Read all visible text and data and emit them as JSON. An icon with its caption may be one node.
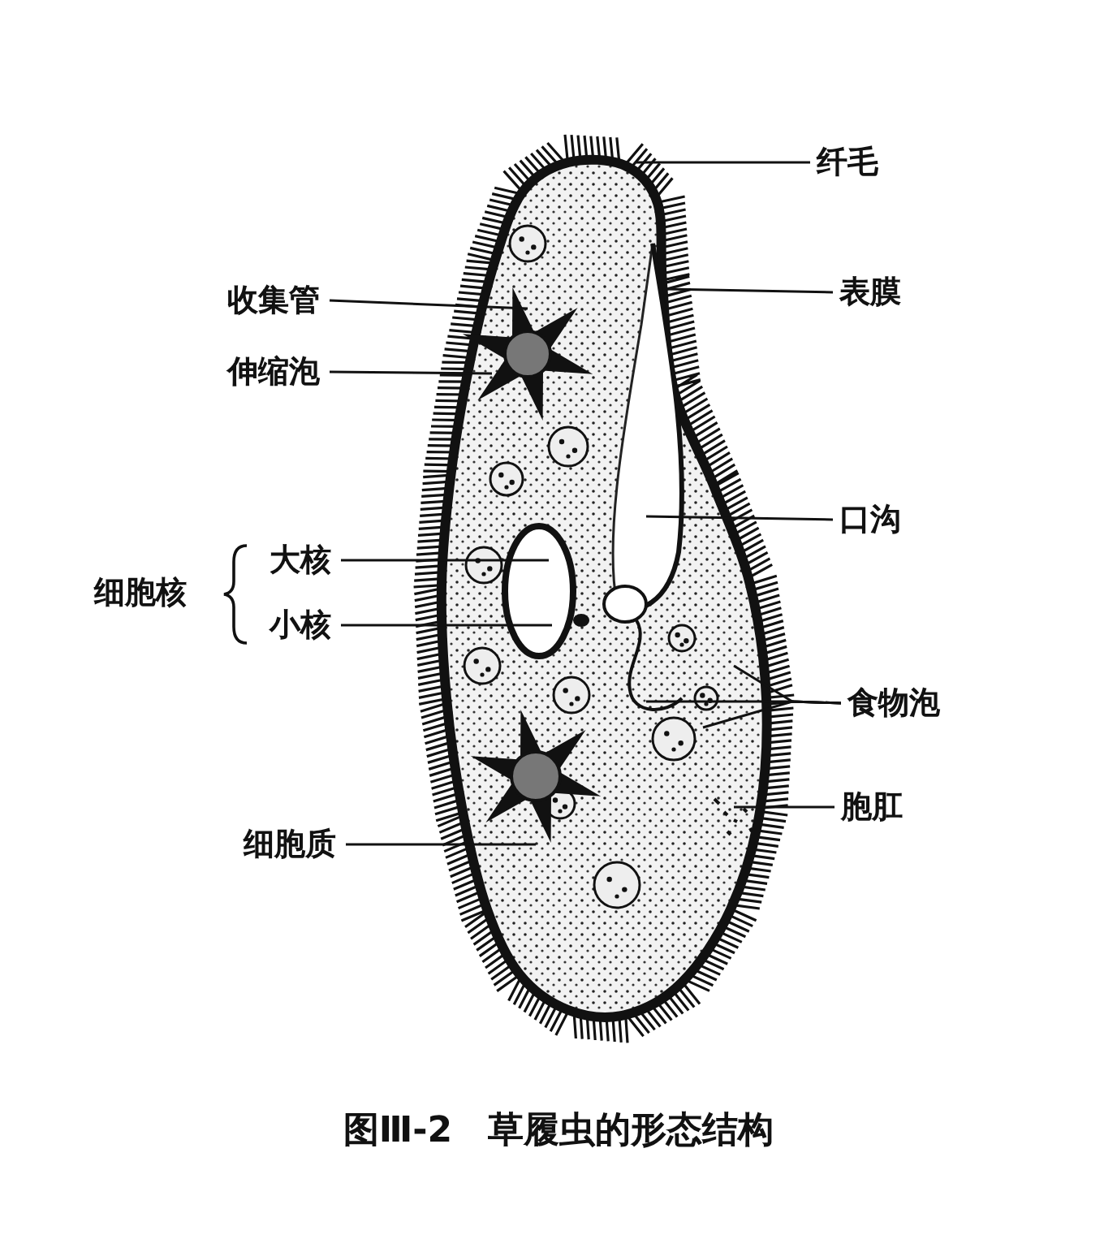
{
  "diagram": {
    "caption": "图Ⅲ-2　草履虫的形态结构",
    "nodes": [
      {
        "text": [
          "纤毛"
        ]
      },
      {
        "text": [
          "表膜"
        ]
      },
      {
        "text": [
          "收集管"
        ]
      },
      {
        "text": [
          "伸缩泡"
        ]
      },
      {
        "text": [
          "口沟"
        ]
      },
      {
        "text": [
          "大核"
        ]
      },
      {
        "text": [
          "小核"
        ]
      },
      {
        "text": [
          "食物泡"
        ]
      },
      {
        "text": [
          "胞肛"
        ]
      },
      {
        "text": [
          "细胞质"
        ]
      }
    ],
    "edges": [
      {
        "from": 0,
        "to": null,
        "arrow": "none"
      },
      {
        "from": 1,
        "to": null,
        "arrow": "none"
      },
      {
        "from": 2,
        "to": null,
        "arrow": "none"
      },
      {
        "from": 3,
        "to": null,
        "arrow": "none"
      },
      {
        "from": 4,
        "to": null,
        "arrow": "none"
      },
      {
        "from": 5,
        "to": null,
        "arrow": "none"
      },
      {
        "from": 6,
        "to": null,
        "arrow": "none"
      },
      {
        "from": 7,
        "to": null,
        "arrow": "none"
      },
      {
        "from": 7,
        "to": null,
        "arrow": "none"
      },
      {
        "from": 7,
        "to": null,
        "arrow": "none"
      },
      {
        "from": 8,
        "to": null,
        "arrow": "none"
      },
      {
        "from": 9,
        "to": null,
        "arrow": "none"
      }
    ],
    "labels": [
      "细胞核"
    ]
  }
}
